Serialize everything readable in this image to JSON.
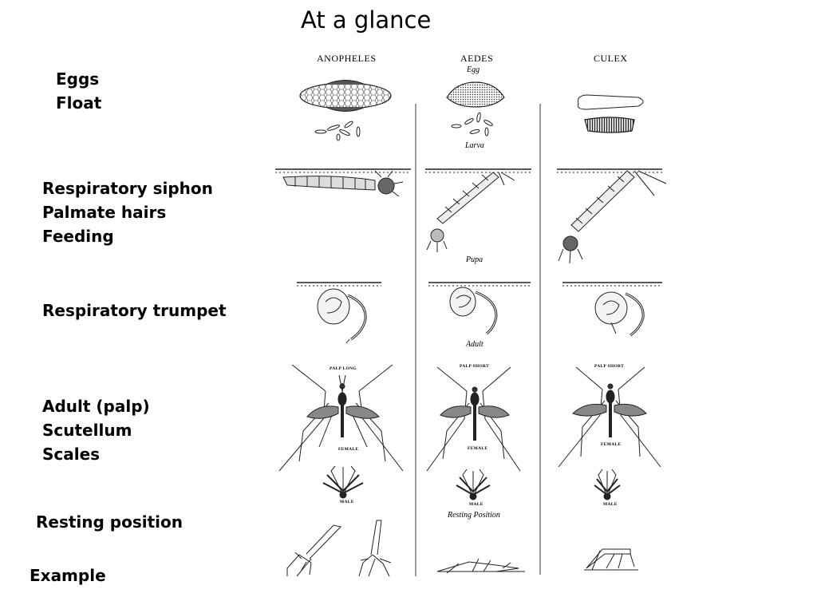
{
  "title": "At a glance",
  "row_labels": [
    {
      "lines": [
        "Eggs",
        "Float"
      ]
    },
    {
      "lines": [
        "Respiratory siphon",
        "Palmate hairs",
        "Feeding"
      ]
    },
    {
      "lines": [
        "Respiratory trumpet"
      ]
    },
    {
      "lines": [
        "Adult (palp)",
        "Scutellum",
        "Scales"
      ]
    },
    {
      "lines": [
        "Resting position"
      ]
    },
    {
      "lines": [
        "Example"
      ]
    }
  ],
  "columns": [
    {
      "name": "ANOPHELES",
      "palp": "PALP LONG"
    },
    {
      "name": "AEDES",
      "palp": "PALP SHORT"
    },
    {
      "name": "CULEX",
      "palp": "PALP SHORT"
    }
  ],
  "figure_labels": {
    "egg": "Egg",
    "larva": "Larva",
    "pupa": "Pupa",
    "adult": "Adult",
    "female": "FEMALE",
    "male": "MALE",
    "resting_position": "Resting Position"
  }
}
